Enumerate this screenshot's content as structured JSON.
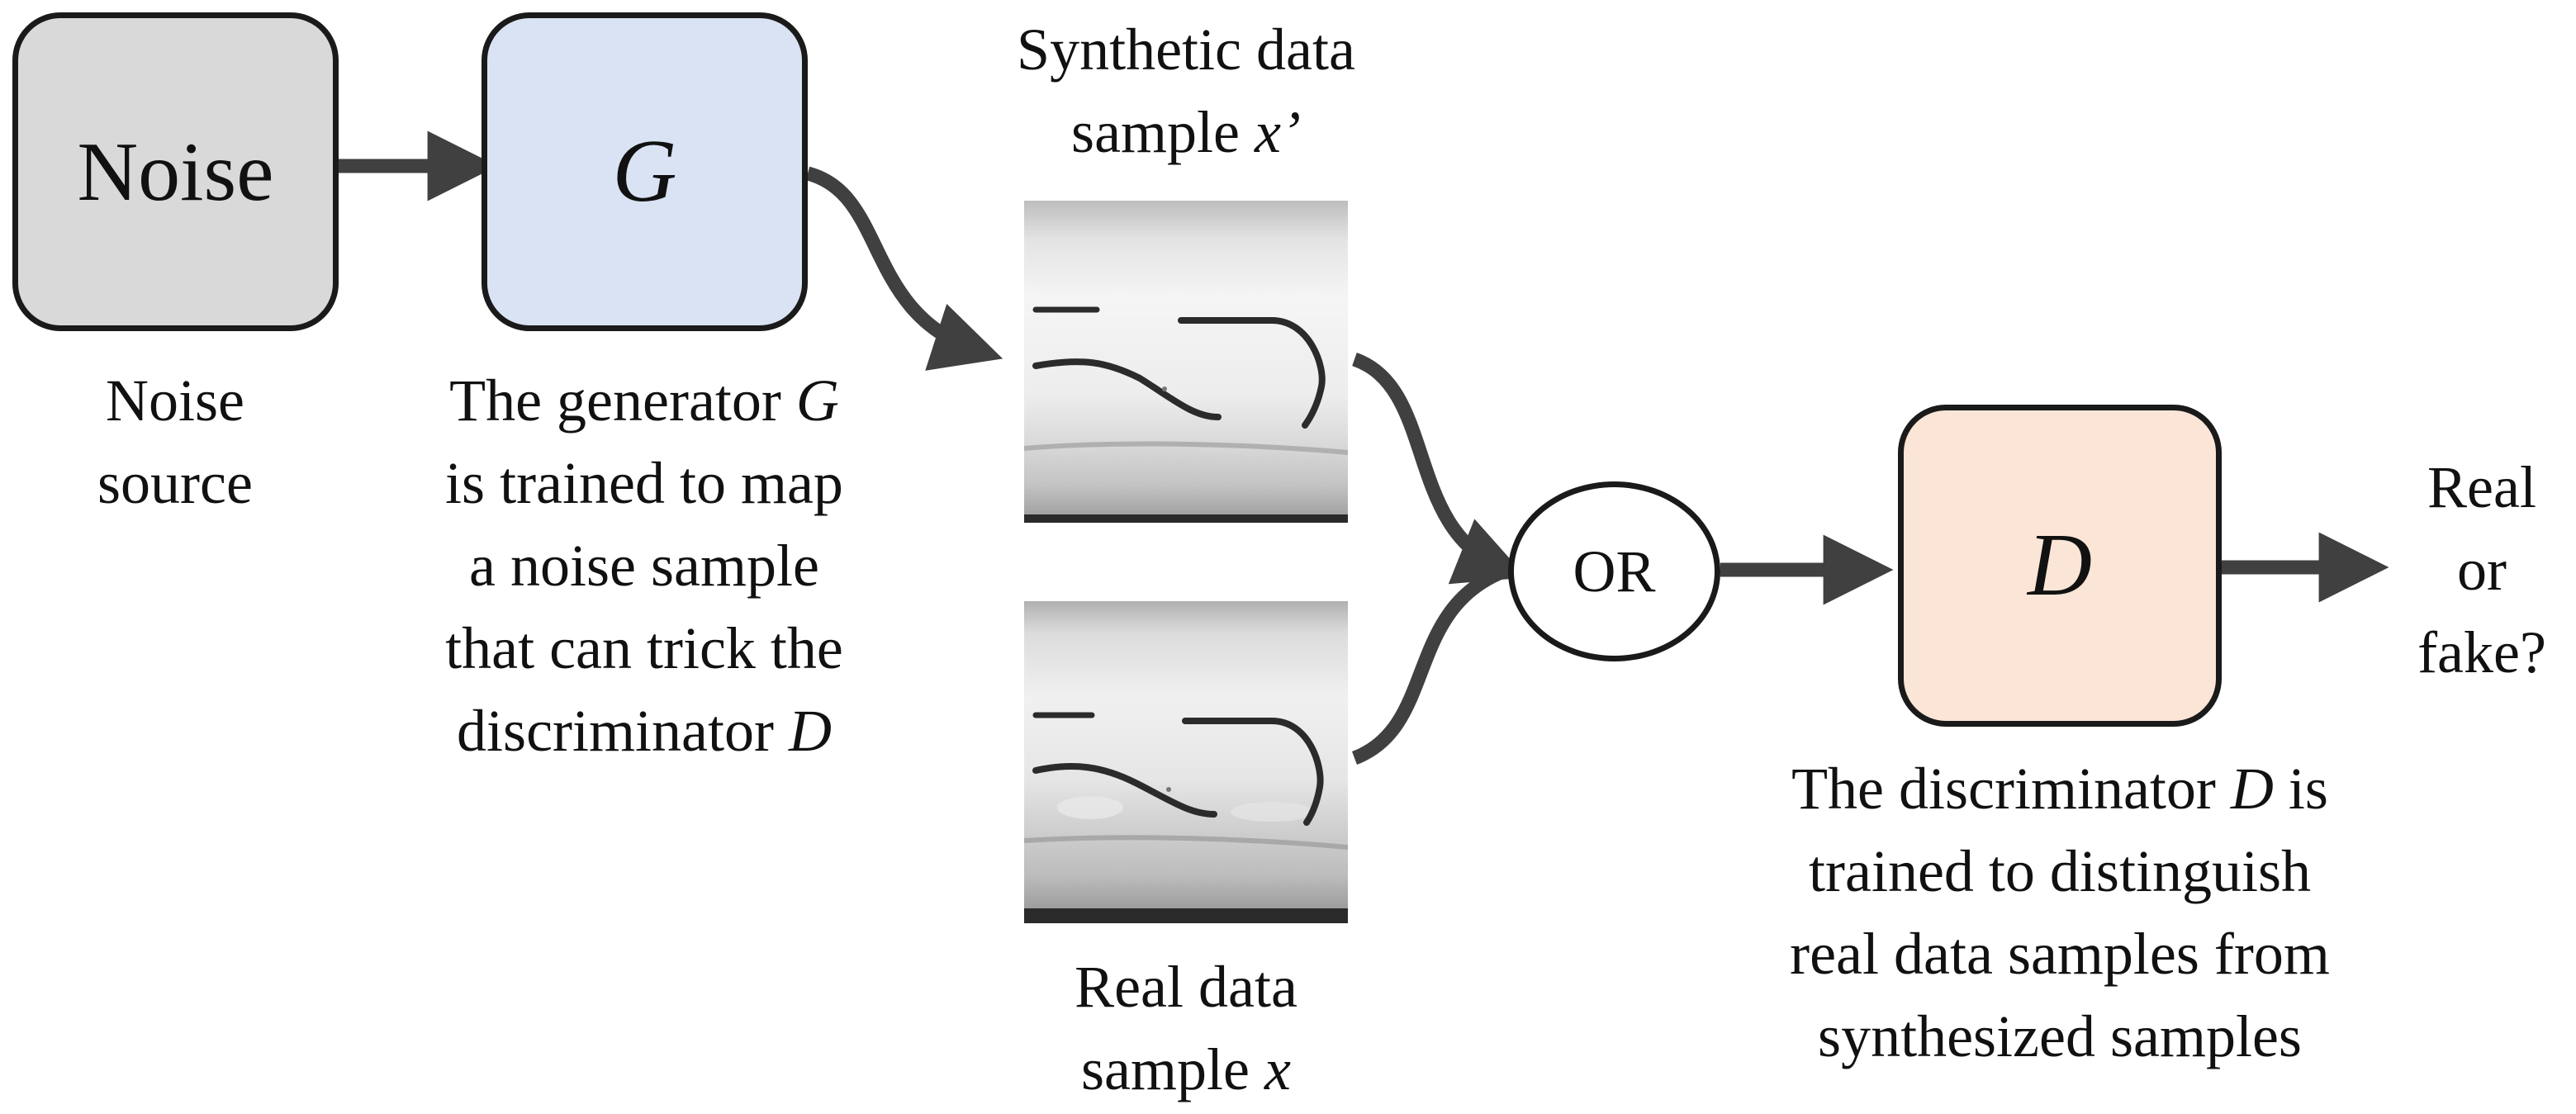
{
  "colors": {
    "noise_fill": "#d9d9d9",
    "generator_fill": "#dae3f3",
    "discriminator_fill": "#fbe5d6",
    "stroke": "#1a1a1a",
    "arrow": "#404040"
  },
  "nodes": {
    "noise": {
      "label": "Noise"
    },
    "generator": {
      "label": "G"
    },
    "or": {
      "label": "OR"
    },
    "discriminator": {
      "label": "D"
    }
  },
  "captions": {
    "noise_source": [
      "Noise",
      "source"
    ],
    "synthetic": {
      "line1": "Synthetic data",
      "line2_prefix": "sample ",
      "line2_var": "x’"
    },
    "real": {
      "line1": "Real data",
      "line2_prefix": "sample ",
      "line2_var": "x"
    },
    "generator": {
      "line1_prefix": "The generator ",
      "line1_var": "G",
      "line2": "is trained to map",
      "line3": "a noise sample",
      "line4": "that can trick the",
      "line5_prefix": "discriminator ",
      "line5_var": "D"
    },
    "discriminator": {
      "line1_prefix": "The discriminator ",
      "line1_var": "D",
      "line1_suffix": " is",
      "line2": "trained to distinguish",
      "line3": "real data samples from",
      "line4": "synthesized samples"
    },
    "output": [
      "Real",
      "or",
      "fake?"
    ]
  }
}
